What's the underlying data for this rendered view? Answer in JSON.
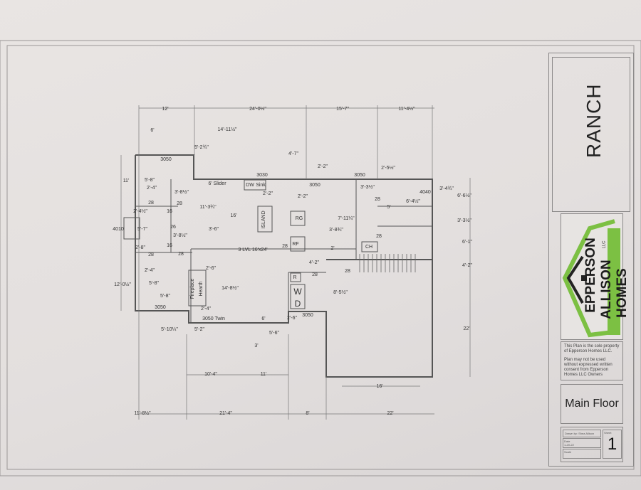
{
  "title_block": {
    "plan_name": "RANCH",
    "logo_text": {
      "line1": "EPPERSON",
      "line2": "ALLISON",
      "line3": "HOMES",
      "suffix": "LLC"
    },
    "brand_colors": {
      "green": "#7cc043",
      "dark": "#222222"
    },
    "notice_1": "This Plan is the sole property of Epperson Homes LLC.",
    "notice_2": "Plan may not be used without expressed written consent from Epperson Homes LLC Owners",
    "sheet_title": "Main Floor",
    "drawn_by": "Drawn by: Shea Allison",
    "date_label": "Date",
    "date": "1-20-22",
    "scale_label": "Scale",
    "sheet_label": "Sheet",
    "sheet_number": "1"
  },
  "plan_labels": [
    "12'",
    "24'-0½\"",
    "15'-7\"",
    "11'-4½\"",
    "6'",
    "14'-11½\"",
    "5'-2¾\"",
    "4'-7\"",
    "2'-2\"",
    "2'-5½\"",
    "3050",
    "3030",
    "3050",
    "6' Slider",
    "DW",
    "Sink",
    "3050",
    "3'-3½\"",
    "4040",
    "3'-4¾\"",
    "6'-6½\"",
    "11'",
    "5'-8\"",
    "2'-4\"",
    "3'-8½\"",
    "2'-2\"",
    "2'-2\"",
    "6'-4½\"",
    "2'-4½\"",
    "11'-3¾\"",
    "16'",
    "ISLAND",
    "RG",
    "7'-11¼\"",
    "5'",
    "5'-7\"",
    "4010",
    "3'-6\"",
    "3'-8¾\"",
    "3'-8½\"",
    "3'-3½\"",
    "RF",
    "3 LVL 16'x24'",
    "2'",
    "CH",
    "6'-1\"",
    "2'-8\"",
    "2'-6\"",
    "4'-2\"",
    "4'-2\"",
    "28",
    "R",
    "12'-0½\"",
    "5'-8\"",
    "14'-8½\"",
    "W",
    "8'-5½\"",
    "D",
    "3050",
    "3050",
    "2'-4\"",
    "3050 Twin",
    "6'",
    "2'-6\"",
    "22'",
    "5'-10¼\"",
    "5'-2\"",
    "5'-6\"",
    "3'",
    "10'-4\"",
    "11'",
    "16'",
    "11'-8½\"",
    "21'-4\"",
    "8'",
    "22'",
    "28",
    "28",
    "16",
    "26",
    "16",
    "28",
    "28",
    "28",
    "28",
    "28",
    "28",
    "Fireplace",
    "Hearth",
    "2'-4\"",
    "5'-8\""
  ]
}
